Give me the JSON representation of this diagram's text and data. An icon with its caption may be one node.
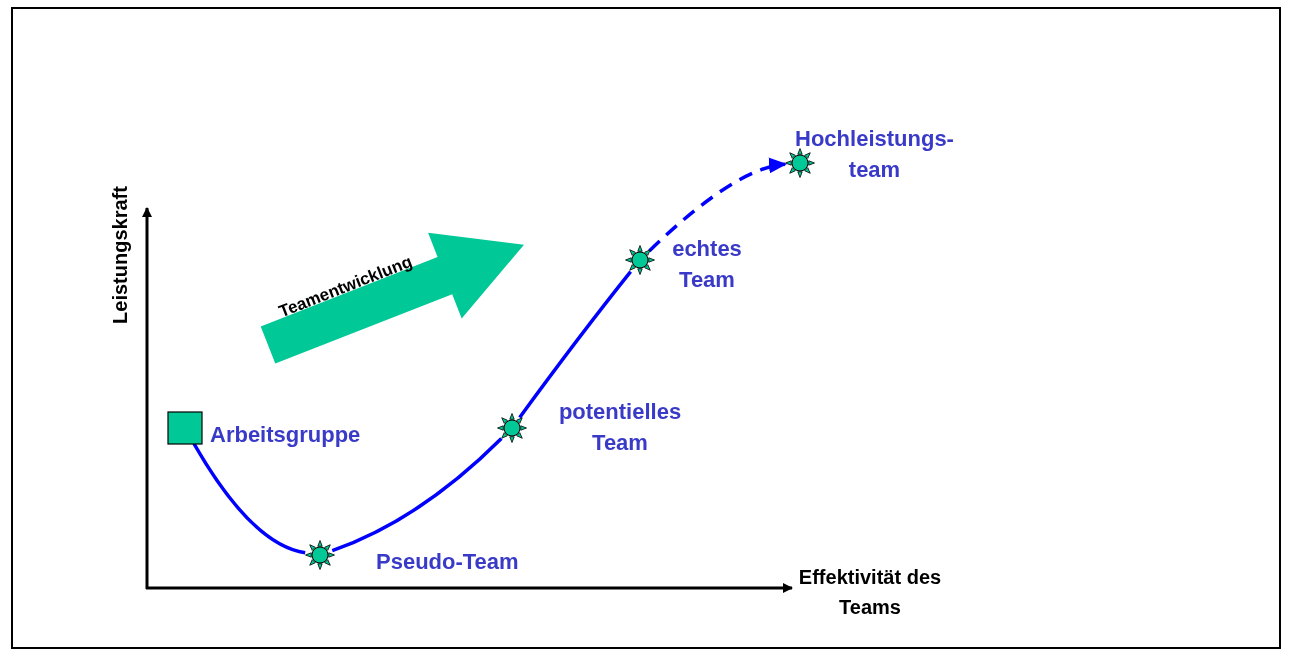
{
  "diagram": {
    "nodes": [
      {
        "text": [],
        "shape": "box",
        "beside": [
          "Arbeitsgruppe"
        ]
      },
      {
        "text": [],
        "shape": "star",
        "beside": [
          "Pseudo-Team"
        ]
      },
      {
        "text": [],
        "shape": "star",
        "beside": [
          "potentielles Team"
        ]
      },
      {
        "text": [],
        "shape": "star",
        "beside": [
          "echtes Team"
        ]
      },
      {
        "text": [],
        "shape": "star",
        "beside": [
          "Hochleistungs- team"
        ]
      }
    ],
    "edges": [
      {
        "from": 0,
        "to": 1,
        "arrow": "none"
      },
      {
        "from": 1,
        "to": 2,
        "arrow": "none"
      },
      {
        "from": 2,
        "to": 3,
        "arrow": "none"
      },
      {
        "from": 3,
        "to": 4,
        "arrow": "to",
        "style": "dashed"
      }
    ],
    "labels": [
      "Leistungskraft",
      "Teamentwicklung",
      "Effektivität des Teams"
    ]
  }
}
